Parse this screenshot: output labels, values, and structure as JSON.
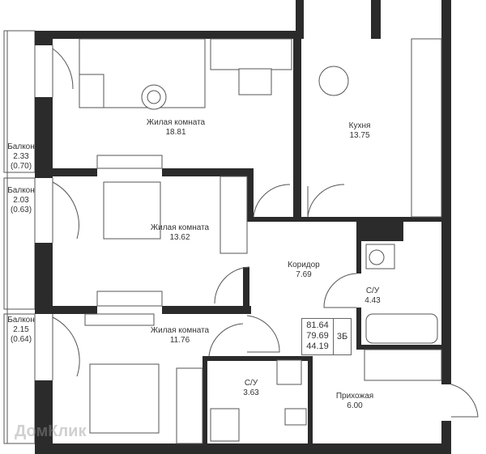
{
  "rooms": [
    {
      "name": "Жилая комната",
      "area": "18.81"
    },
    {
      "name": "Кухня",
      "area": "13.75"
    },
    {
      "name": "Жилая комната",
      "area": "13.62"
    },
    {
      "name": "Коридор",
      "area": "7.69"
    },
    {
      "name": "С/У",
      "area": "4.43"
    },
    {
      "name": "Жилая комната",
      "area": "11.76"
    },
    {
      "name": "С/У",
      "area": "3.63"
    },
    {
      "name": "Прихожая",
      "area": "6.00"
    }
  ],
  "balconies": [
    {
      "name": "Балкон",
      "area": "2.33",
      "reduced": "(0.70)"
    },
    {
      "name": "Балкон",
      "area": "2.03",
      "reduced": "(0.63)"
    },
    {
      "name": "Балкон",
      "area": "2.15",
      "reduced": "(0.64)"
    }
  ],
  "summary": {
    "total": "81.64",
    "living_total": "79.69",
    "living": "44.19",
    "type": "3Б"
  },
  "watermark": "ДомКлик"
}
